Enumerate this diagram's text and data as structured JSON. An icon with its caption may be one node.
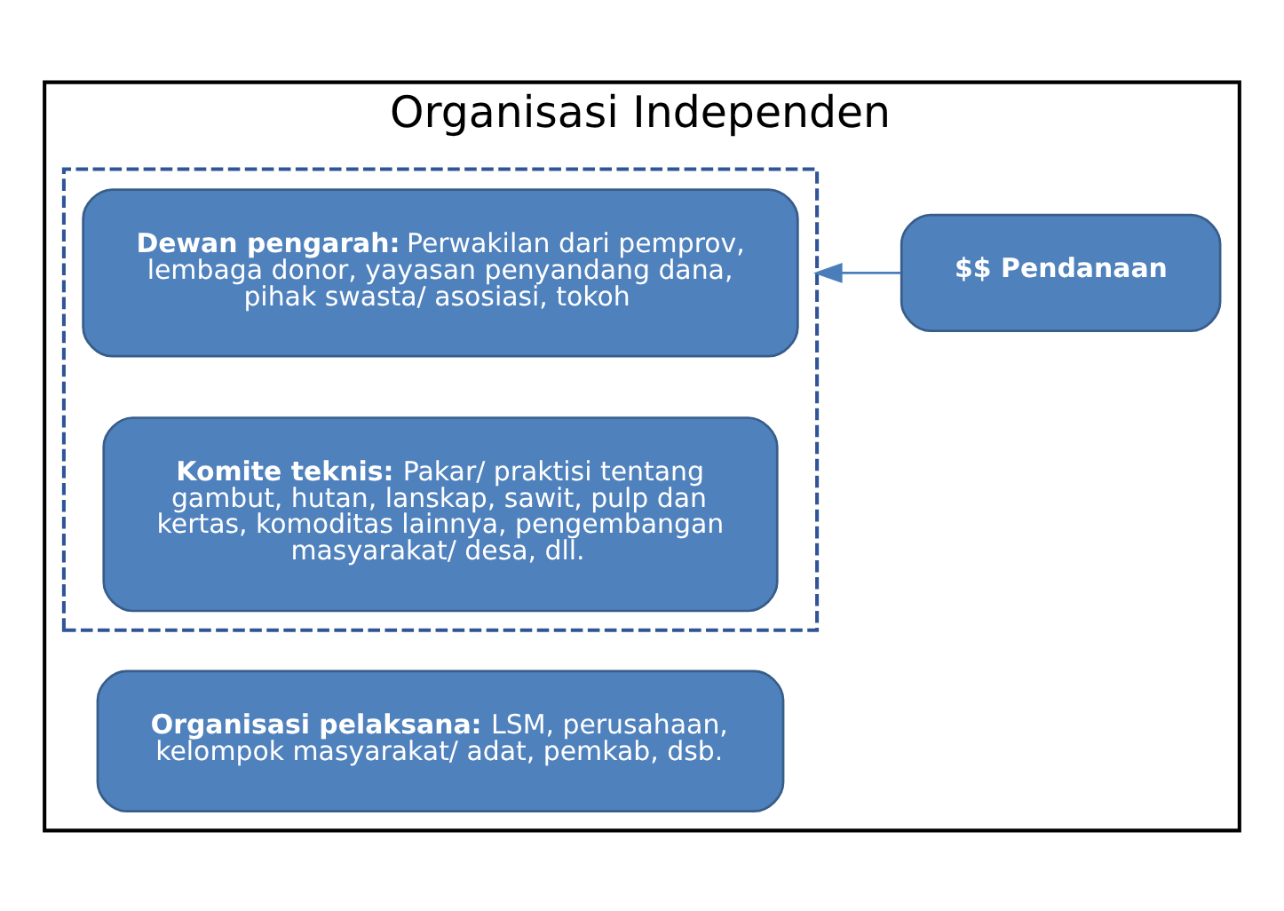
{
  "diagram": {
    "nodes": [
      {
        "text": [
          "Organisasi Independen"
        ]
      },
      {
        "text": [],
        "shape": "box",
        "in": 0
      },
      {
        "text": [
          "**Dewan pengarah:** Perwakilan dari pemprov, lembaga donor, yayasan penyandang dana, pihak swasta/ asosiasi, tokoh"
        ],
        "in": 1
      },
      {
        "text": [
          "**Komite teknis:** Pakar/ praktisi tentang gambut, hutan, lanskap, sawit, pulp dan kertas, komoditas lainnya, pengembangan masyarakat/ desa, dll."
        ],
        "in": 1
      },
      {
        "text": [
          "**Organisasi pelaksana:** LSM, perusahaan, kelompok masyarakat/ adat, pemkab, dsb."
        ],
        "in": 0
      },
      {
        "text": [
          "**$$ Pendanaan**"
        ],
        "in": 0
      }
    ],
    "edges": [
      {
        "from": 5,
        "to": 1,
        "arrow": "to"
      }
    ]
  }
}
